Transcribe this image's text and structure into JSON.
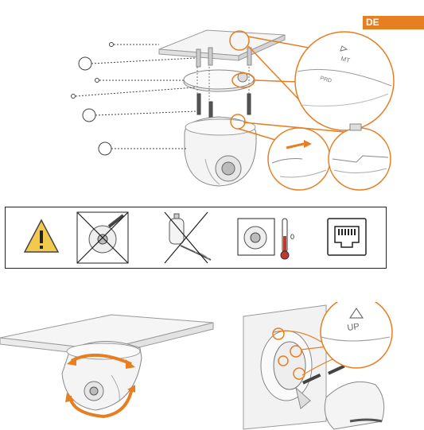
{
  "header": {
    "language_badge": "DE",
    "badge_color": "#e67e22"
  },
  "top_diagram": {
    "callouts": [
      {
        "id": "ceiling-mount-plate"
      },
      {
        "id": "screws-anchors"
      },
      {
        "id": "mounting-plate"
      },
      {
        "id": "plate-screws"
      },
      {
        "id": "camera-dome"
      }
    ],
    "zoom_left_label": "MT",
    "zoom_right_label": "PRD",
    "arrow_color": "#e67e22"
  },
  "warnings_panel": {
    "items": [
      {
        "icon": "warning-triangle-icon"
      },
      {
        "icon": "no-disassemble-icon"
      },
      {
        "icon": "no-chemical-cleaner-icon"
      },
      {
        "icon": "temperature-icon",
        "text": "0"
      },
      {
        "icon": "ethernet-port-icon"
      }
    ]
  },
  "bottom_diagram": {
    "zoom_label": "UP",
    "arrow_color": "#e67e22"
  }
}
